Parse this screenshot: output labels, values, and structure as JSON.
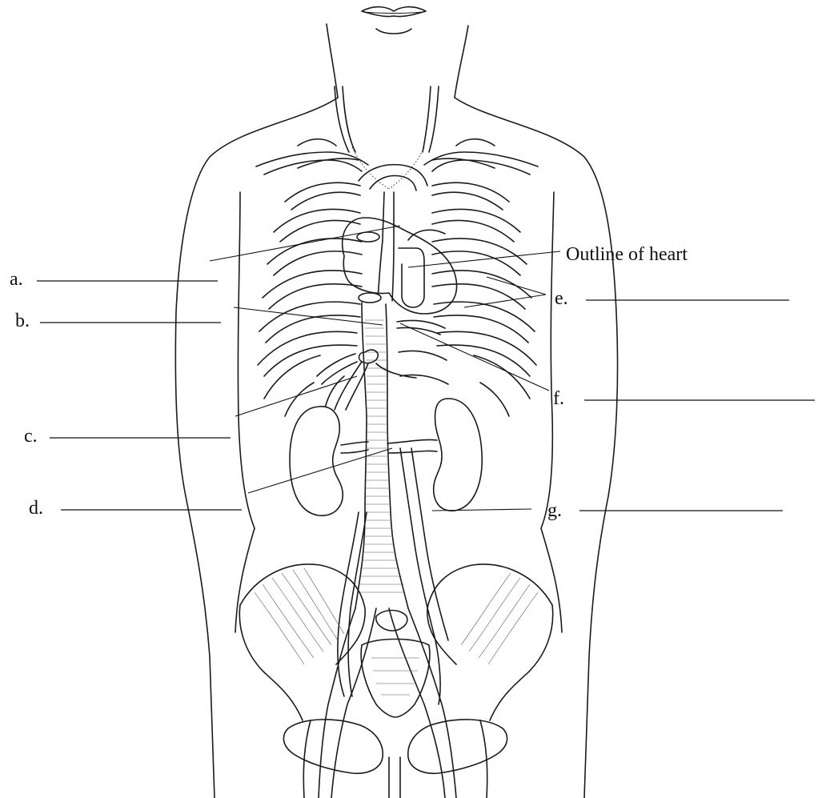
{
  "labels": {
    "a": "a.",
    "b": "b.",
    "c": "c.",
    "d": "d.",
    "e": "e.",
    "f": "f.",
    "g": "g.",
    "heart": "Outline of heart"
  }
}
